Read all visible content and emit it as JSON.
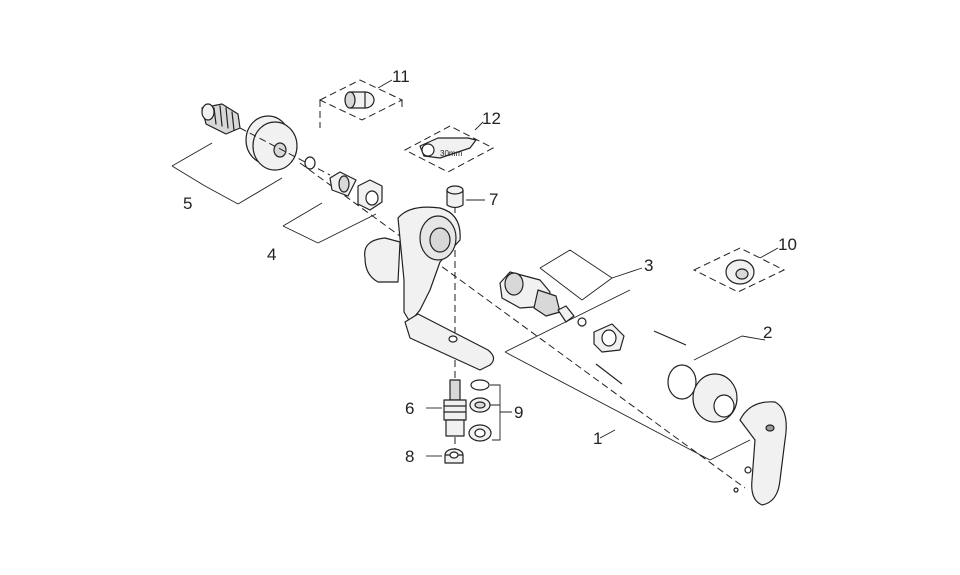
{
  "callouts": {
    "c1": "1",
    "c2": "2",
    "c3": "3",
    "c4": "4",
    "c5": "5",
    "c6": "6",
    "c7": "7",
    "c8": "8",
    "c9": "9",
    "c10": "10",
    "c11": "11",
    "c12": "12"
  },
  "wrench_label": "30mm",
  "colors": {
    "ink": "#222222",
    "fill_light": "#f1f1f1",
    "fill_mid": "#d8d8d8",
    "background": "#ffffff"
  }
}
